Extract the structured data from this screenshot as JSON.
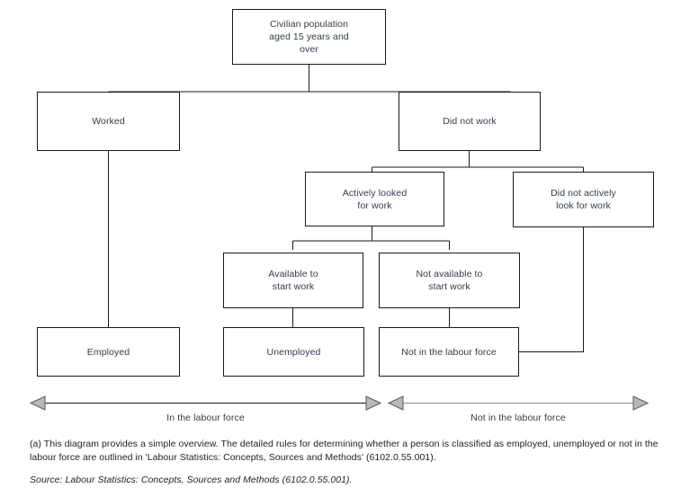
{
  "diagram": {
    "title_note": "(a)",
    "nodes": {
      "root": "Civilian population\naged 15 years and\nover",
      "worked": "Worked",
      "did_not_work": "Did not work",
      "actively_looked": "Actively looked\nfor work",
      "not_actively_looked": "Did not actively\nlook for work",
      "available": "Available to\nstart work",
      "not_available": "Not available to\nstart work",
      "employed": "Employed",
      "unemployed": "Unemployed",
      "nilf": "Not in the labour force"
    },
    "axes": [
      {
        "label": "In the labour force"
      },
      {
        "label": "Not in the labour force"
      }
    ],
    "colors": {
      "box_border": "#1a1a1a",
      "box_fill": "#ffffff",
      "text": "#333c48",
      "connector": "#1a1a1a",
      "arrow_in_lf": "#1a1a1a",
      "arrow_not_in_lf": "#8c8c8c",
      "arrowhead_fill": "#b3b3b3",
      "footnote_text": "#1f1f1f"
    }
  },
  "footnote": {
    "text": "(a) This diagram provides a simple overview. The detailed rules for determining whether a person is classified as employed, unemployed or not in the labour force are outlined in 'Labour Statistics: Concepts, Sources and Methods' (6102.0.55.001)."
  },
  "source": {
    "text": "Source: Labour Statistics: Concepts, Sources and Methods (6102.0.55.001)."
  }
}
